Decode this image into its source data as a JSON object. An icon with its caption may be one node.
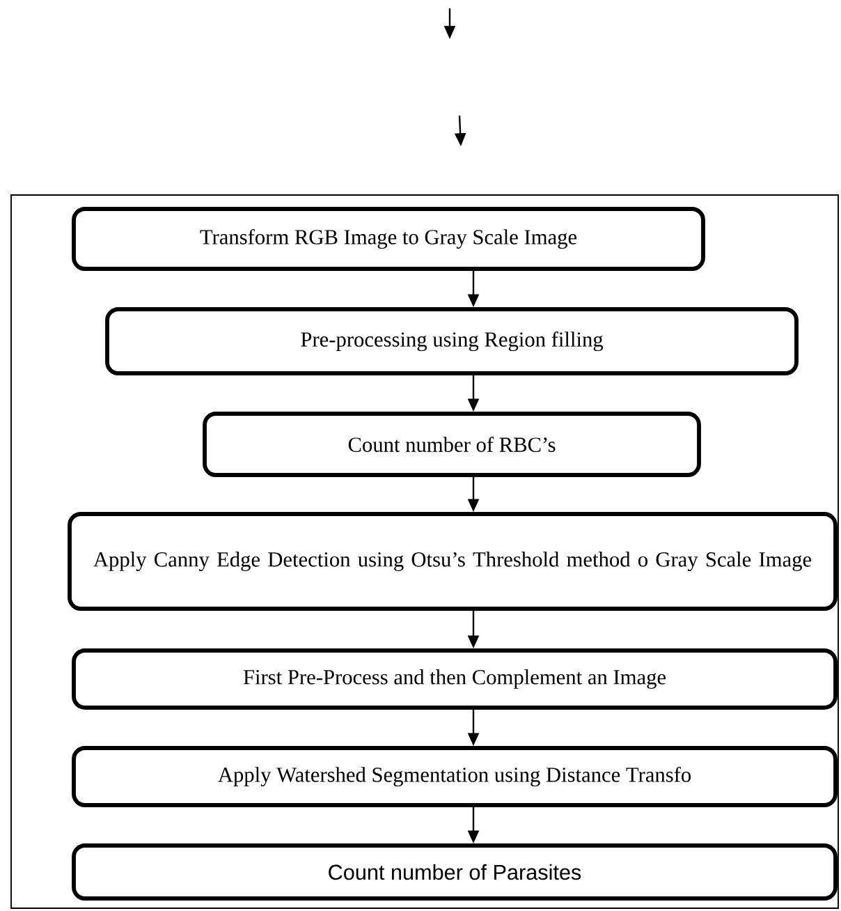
{
  "diagram": {
    "nodes": [
      {
        "text": [],
        "shape": "box"
      },
      {
        "text": [
          "Transform RGB Image to Gray Scale Image"
        ],
        "in": 0
      },
      {
        "text": [
          "Pre-processing using Region filling"
        ],
        "in": 0
      },
      {
        "text": [
          "Count number of RBC’s"
        ],
        "in": 0
      },
      {
        "text": [
          "Apply Canny Edge Detection using Otsu’s Threshold method o Gray Scale Image"
        ],
        "in": 0
      },
      {
        "text": [
          "First Pre-Process and then Complement an Image"
        ],
        "in": 0
      },
      {
        "text": [
          "Apply Watershed Segmentation using Distance Transfo"
        ],
        "in": 0
      },
      {
        "text": [
          "Count number of Parasites"
        ],
        "in": 0
      }
    ],
    "edges": [
      {
        "from": 1,
        "to": 2,
        "arrow": "to"
      },
      {
        "from": 2,
        "to": 3,
        "arrow": "to"
      },
      {
        "from": 3,
        "to": 4,
        "arrow": "to"
      },
      {
        "from": 4,
        "to": 5,
        "arrow": "to"
      },
      {
        "from": 5,
        "to": 6,
        "arrow": "to"
      },
      {
        "from": 6,
        "to": 7,
        "arrow": "to"
      }
    ]
  }
}
